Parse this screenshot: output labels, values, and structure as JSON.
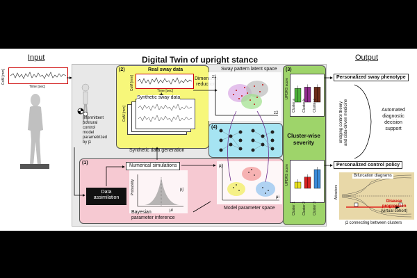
{
  "headers": {
    "input": "Input",
    "output": "Output",
    "main_title": "Digital Twin of upright stance"
  },
  "input_panel": {
    "ylabel": "CoM [mm]",
    "xlabel": "Time [sec]",
    "model_text": [
      "Intermittent",
      "postural",
      "control",
      "model",
      "parametrized",
      "by μ⃗"
    ]
  },
  "section2": {
    "num": "(2)",
    "real_sway": "Real sway data",
    "ylabel": "CoM [mm]",
    "xlabel": "Time [sec]",
    "plus": "+",
    "synthetic_sway": "Synthetic sway data",
    "synthetic_gen": "Synthetic data generation",
    "dim_reduction": [
      "Dimension",
      "reduction"
    ],
    "latent_space": "Sway pattern latent space",
    "z1": "z1",
    "z2": "z2"
  },
  "section1": {
    "num": "(1)",
    "numerical_sim": "Numerical simulations",
    "data_assim": [
      "Data",
      "assimilation"
    ],
    "bayesian": [
      "Bayesian",
      "parameter inference"
    ],
    "probability": "Probability",
    "mu_i": "μi",
    "mu_j": "μj",
    "param_space": "Model parameter space"
  },
  "section3": {
    "num": "(3)",
    "ylabel": "UPDRS score",
    "clusters": [
      "Cluster a",
      "Cluster b",
      "Cluster c"
    ],
    "colors": [
      "#4caf3a",
      "#8e2a8a",
      "#6b2c1a"
    ],
    "values": [
      0.55,
      0.6,
      0.6
    ]
  },
  "section3b": {
    "ylabel": "UPDRS score",
    "clusters": [
      "Cluster 1",
      "Cluster 2",
      "Cluster 3"
    ],
    "colors": [
      "#e8e020",
      "#d42020",
      "#3a8ad8"
    ],
    "values": [
      0.25,
      0.45,
      0.75
    ]
  },
  "section4": {
    "num": "(4)",
    "cluster_wise": [
      "Cluster-wise",
      "severity"
    ]
  },
  "output_panel": {
    "sway_phenotype": "Personalized sway phenotype",
    "control_policy": "Personalized control policy",
    "bridging": [
      "Bridging control theory",
      "and data-driven medicine"
    ],
    "automated": [
      "Automated",
      "diagnostic",
      "decision",
      "support"
    ],
    "bifurcation": "Bifurcation diagrams",
    "attractors": "Attractors",
    "disease_prog": [
      "Disease",
      "progression",
      "(virtual cohort)"
    ],
    "mu_connect": "μ⃗ connecting between clusters"
  },
  "palette": {
    "yellow": "#f7f77a",
    "pink": "#f6c9d2",
    "green": "#9ed46a",
    "cyan": "#a6e4f2",
    "accent_red": "#d00000"
  }
}
